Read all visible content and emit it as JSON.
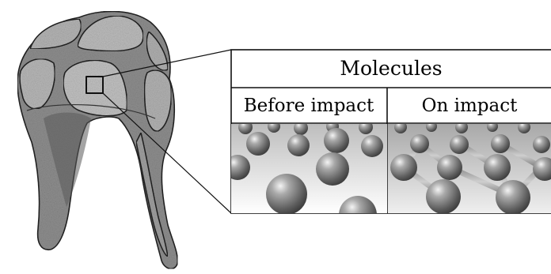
{
  "table": {
    "title": "Molecules",
    "columns": [
      "Before impact",
      "On impact"
    ]
  },
  "colors": {
    "helmet_fill": "#8f8f8f",
    "panel_fill": "#b8b8b8",
    "molecule": "#777777",
    "outline": "#222222"
  }
}
